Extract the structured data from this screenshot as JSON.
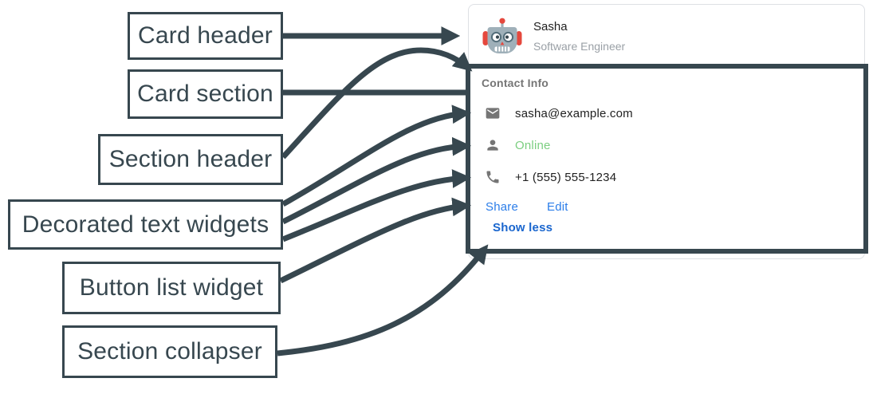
{
  "annotations": {
    "labels": [
      {
        "label": "Card header",
        "points_to": "card-header"
      },
      {
        "label": "Card section",
        "points_to": "card-section-outline"
      },
      {
        "label": "Section header",
        "points_to": "section-header-contact-info"
      },
      {
        "label": "Decorated text widgets",
        "points_to": "email-online-phone-rows"
      },
      {
        "label": "Button list widget",
        "points_to": "share-edit-button-row"
      },
      {
        "label": "Section collapser",
        "points_to": "show-less-toggle"
      }
    ]
  },
  "card": {
    "header": {
      "avatar_icon": "robot-avatar",
      "title": "Sasha",
      "subtitle": "Software Engineer"
    },
    "section": {
      "header": "Contact Info",
      "decorated_texts": [
        {
          "icon": "email-icon",
          "text": "sasha@example.com",
          "color": "#212121"
        },
        {
          "icon": "person-icon",
          "text": "Online",
          "color": "#7BCE80"
        },
        {
          "icon": "phone-icon",
          "text": "+1 (555) 555-1234",
          "color": "#212121"
        }
      ],
      "buttons": [
        {
          "label": "Share"
        },
        {
          "label": "Edit"
        }
      ],
      "collapser_label": "Show less"
    }
  },
  "colors": {
    "annotation": "#37474F",
    "card_border": "#DDE0E4",
    "title_text": "#212121",
    "subtitle_text": "#9AA0A6",
    "section_header_text": "#757575",
    "online_green": "#7BCE80",
    "button_blue": "#2B7DE9",
    "collapser_blue": "#1A66CE",
    "icon_gray": "#757575",
    "avatar_red": "#E5483D",
    "avatar_gray": "#9FB0B9"
  }
}
